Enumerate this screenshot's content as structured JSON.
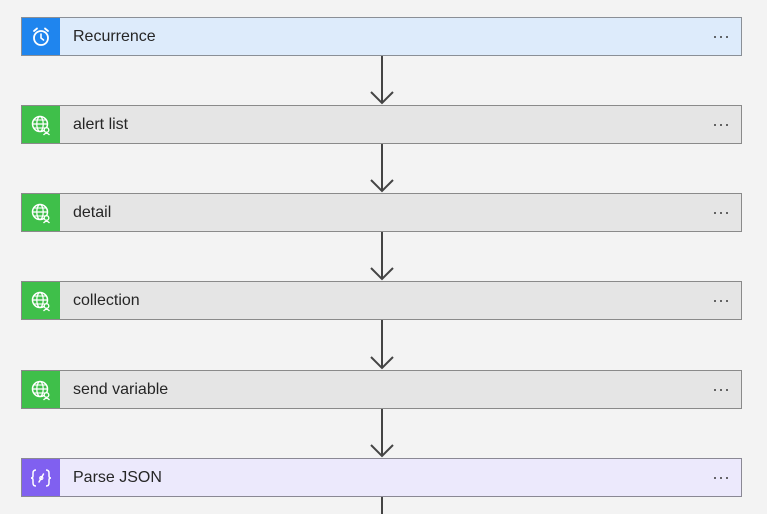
{
  "steps": [
    {
      "label": "Recurrence",
      "icon": "alarm-clock-icon",
      "color": "#1f85ee"
    },
    {
      "label": "alert list",
      "icon": "http-globe-icon",
      "color": "#3fbf4a"
    },
    {
      "label": "detail",
      "icon": "http-globe-icon",
      "color": "#3fbf4a"
    },
    {
      "label": "collection",
      "icon": "http-globe-icon",
      "color": "#3fbf4a"
    },
    {
      "label": "send variable",
      "icon": "http-globe-icon",
      "color": "#3fbf4a"
    },
    {
      "label": "Parse JSON",
      "icon": "json-braces-icon",
      "color": "#8060f0"
    }
  ],
  "menu_icon": "ellipsis-icon"
}
